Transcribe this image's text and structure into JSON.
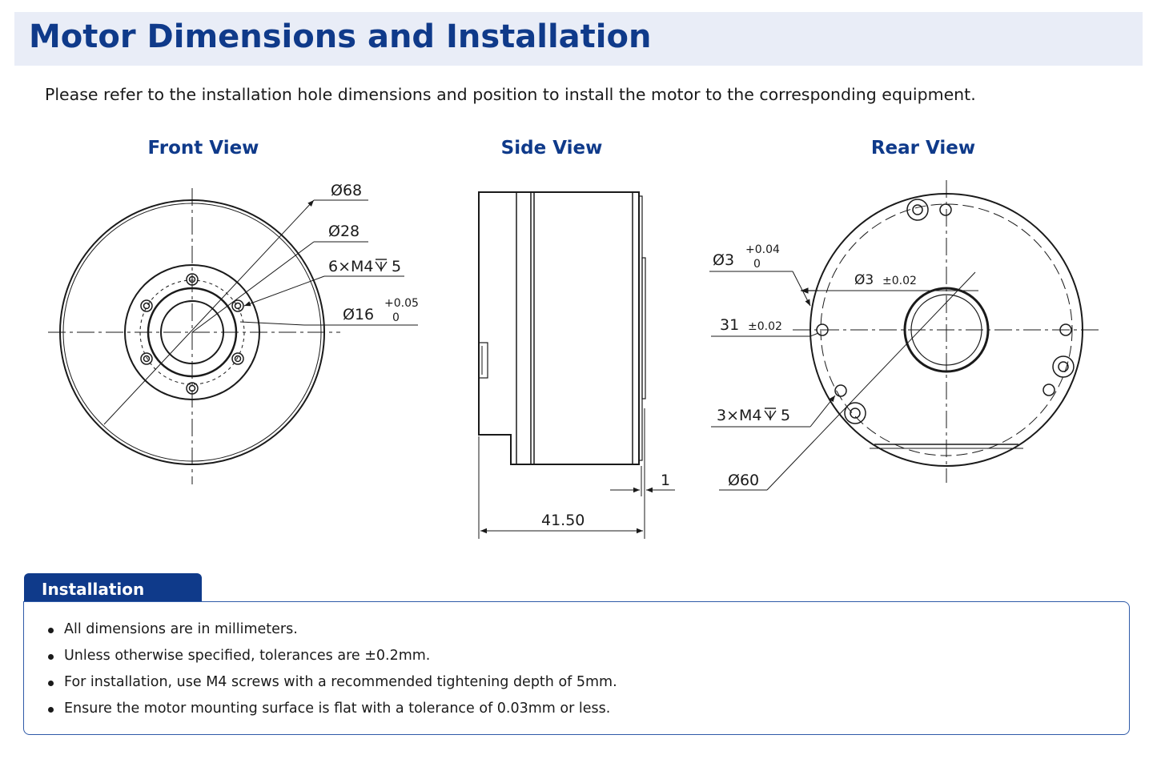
{
  "page": {
    "title": "Motor Dimensions and Installation",
    "subtitle": "Please refer to the installation hole dimensions and position to install the motor to the corresponding equipment."
  },
  "views": {
    "front": {
      "title": "Front View",
      "labels": {
        "outer_diameter": "Ø68",
        "inner_diameter": "Ø28",
        "screw_holes": "6×M4",
        "screw_depth": "5",
        "bore": "Ø16",
        "bore_tol_upper": "+0.05",
        "bore_tol_lower": "0"
      }
    },
    "side": {
      "title": "Side View",
      "labels": {
        "length": "41.50",
        "offset": "1"
      }
    },
    "rear": {
      "title": "Rear View",
      "labels": {
        "pin_diameter": "Ø3",
        "pin_tol_upper": "+0.04",
        "pin_tol_lower": "0",
        "pin2_diameter": "Ø3",
        "pin2_tol": "±0.02",
        "spacing": "31",
        "spacing_tol": "±0.02",
        "screw_holes": "3×M4",
        "screw_depth": "5",
        "outer_diameter": "Ø60"
      }
    }
  },
  "notes": {
    "title": "Installation Notes",
    "items": [
      "All dimensions are in millimeters.",
      "Unless otherwise specified, tolerances are ±0.2mm.",
      "For installation, use M4 screws with a recommended tightening depth of 5mm.",
      "Ensure the motor mounting surface is flat with a tolerance of 0.03mm or less."
    ]
  },
  "colors": {
    "accent": "#0f3a8a",
    "band": "#e9edf7",
    "border": "#2f5aa8"
  }
}
